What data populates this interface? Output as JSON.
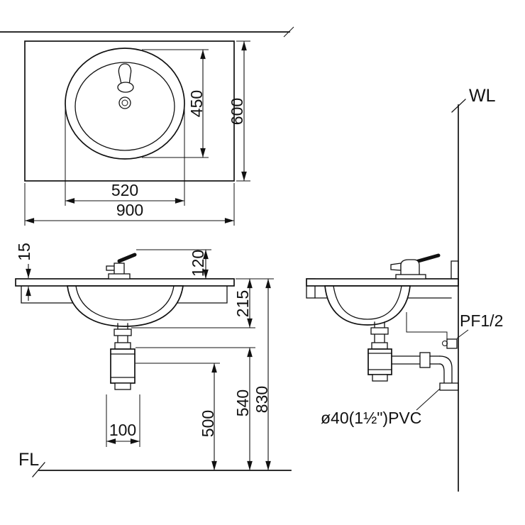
{
  "colors": {
    "ink": "#111111",
    "background": "#ffffff"
  },
  "labels": {
    "wall_line": "WL",
    "floor_line": "FL",
    "supply_fitting": "PF1/2",
    "drain_pipe": "ø40(1½\")PVC"
  },
  "plan_view": {
    "basin_depth": "450",
    "counter_depth": "600",
    "basin_width": "520",
    "counter_width": "900"
  },
  "front_view": {
    "counter_edge_thickness": "15",
    "faucet_height": "120",
    "bowl_depth": "215",
    "counter_height": "830",
    "trap_inlet_height": "540",
    "trap_outlet_height": "500",
    "drain_offset": "100"
  }
}
